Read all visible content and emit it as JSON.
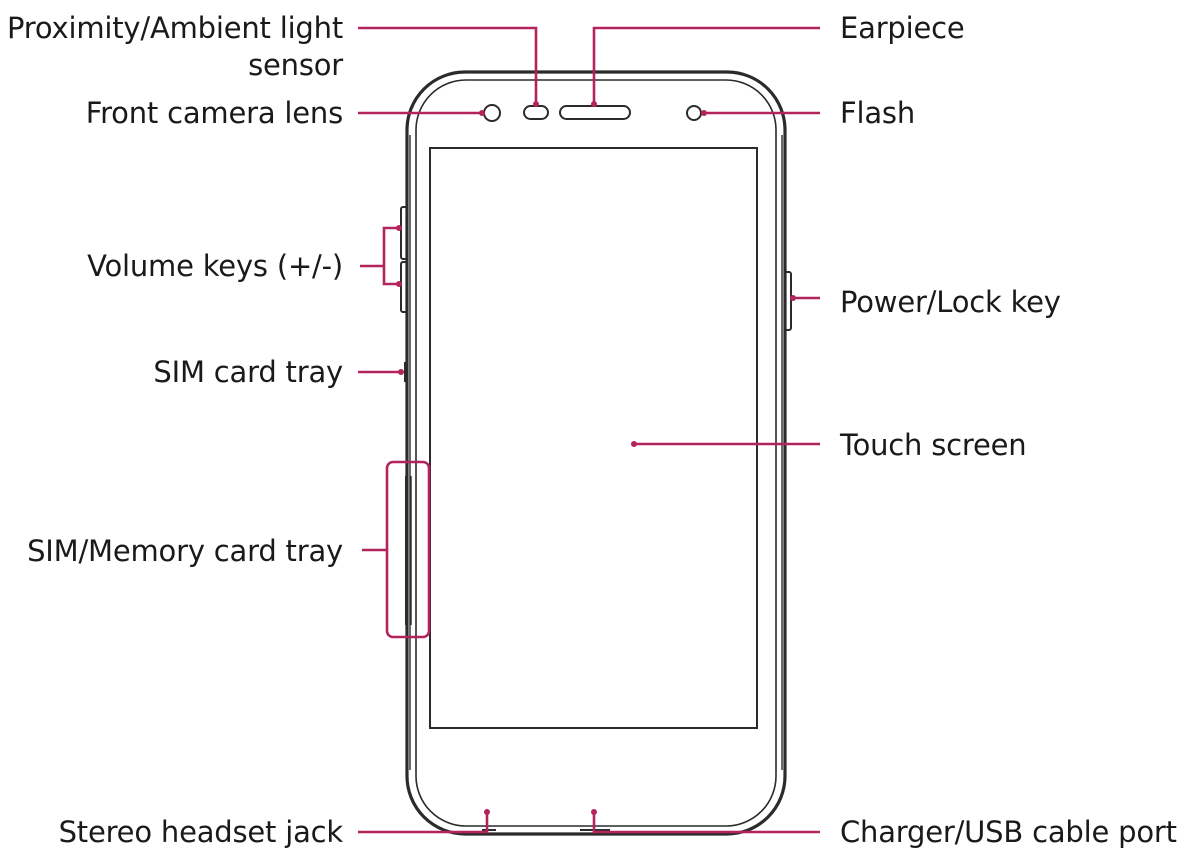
{
  "labels": {
    "proximity_sensor": {
      "line1": "Proximity/Ambient light",
      "line2": "sensor"
    },
    "front_camera": "Front camera lens",
    "volume_keys": "Volume keys (+/-)",
    "sim_tray": "SIM card tray",
    "sim_memory_tray": "SIM/Memory card tray",
    "headset_jack": "Stereo headset jack",
    "earpiece": "Earpiece",
    "flash": "Flash",
    "power_key": "Power/Lock key",
    "touch_screen": "Touch screen",
    "charger_port": "Charger/USB cable port"
  },
  "colors": {
    "callout": "#b3245c",
    "outline": "#2b2b2b",
    "text": "#1a1a1a",
    "background": "#ffffff"
  }
}
